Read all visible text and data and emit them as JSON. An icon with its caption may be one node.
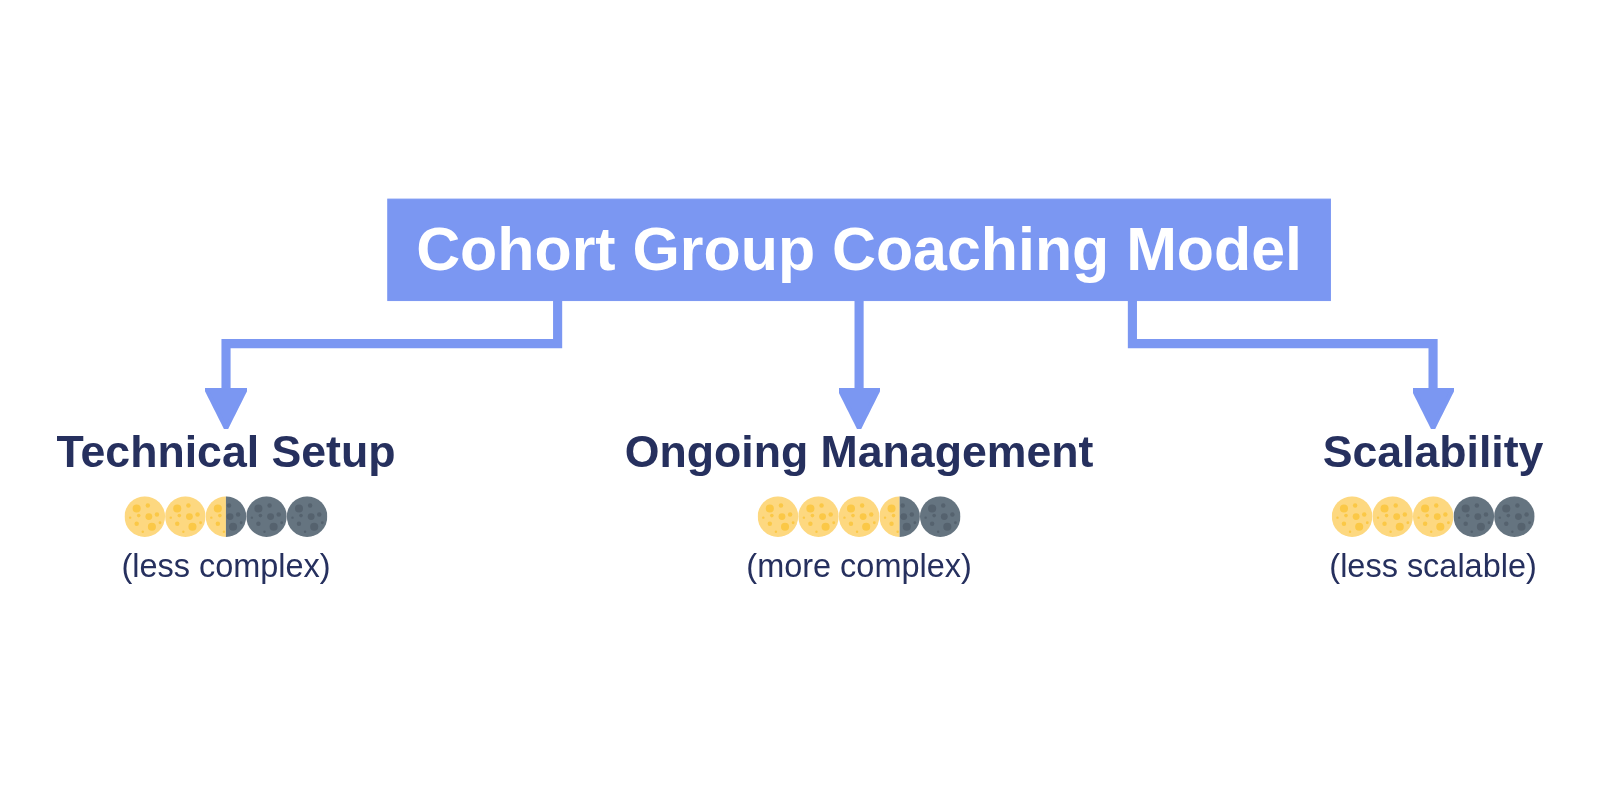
{
  "diagram": {
    "nodes": [
      {
        "text": [
          "Cohort Group Coaching Model"
        ]
      },
      {
        "text": [
          "Technical Setup",
          "(less complex)"
        ]
      },
      {
        "text": [
          "Ongoing Management",
          "(more complex)"
        ]
      },
      {
        "text": [
          "Scalability",
          "(less scalable)"
        ]
      }
    ],
    "edges": [
      {
        "from": 0,
        "to": 1,
        "arrow": "to"
      },
      {
        "from": 0,
        "to": 2,
        "arrow": "to"
      },
      {
        "from": 0,
        "to": 3,
        "arrow": "to"
      }
    ]
  }
}
